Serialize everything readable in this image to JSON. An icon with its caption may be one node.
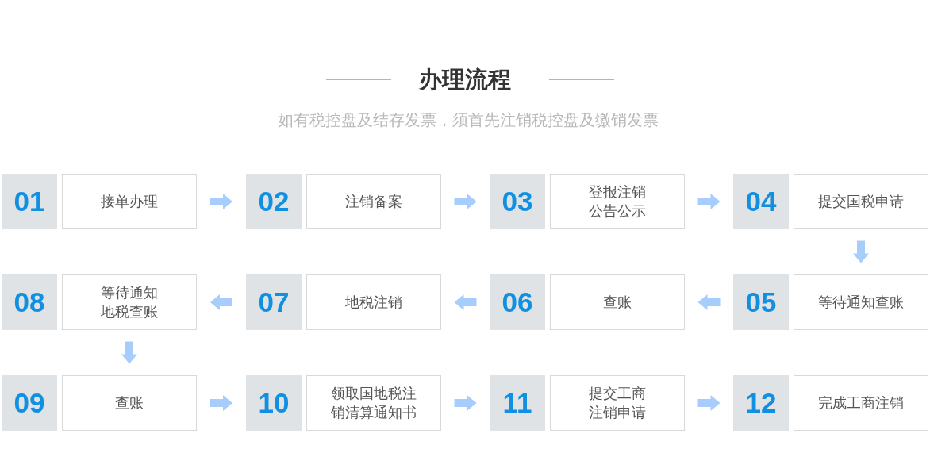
{
  "diagram": {
    "title": "办理流程",
    "nodes": [
      {
        "text": [
          "01"
        ]
      },
      {
        "text": [
          "接单办理"
        ]
      },
      {
        "text": [
          "02"
        ]
      },
      {
        "text": [
          "注销备案"
        ]
      },
      {
        "text": [
          "03"
        ]
      },
      {
        "text": [
          "登报注销公告公示"
        ]
      },
      {
        "text": [
          "04"
        ]
      },
      {
        "text": [
          "提交国税申请"
        ]
      },
      {
        "text": [
          "05"
        ]
      },
      {
        "text": [
          "等待通知查账"
        ]
      },
      {
        "text": [
          "06"
        ]
      },
      {
        "text": [
          "查账"
        ]
      },
      {
        "text": [
          "07"
        ]
      },
      {
        "text": [
          "地税注销"
        ]
      },
      {
        "text": [
          "08"
        ]
      },
      {
        "text": [
          "等待通知地税查账"
        ]
      },
      {
        "text": [
          "09"
        ]
      },
      {
        "text": [
          "查账"
        ]
      },
      {
        "text": [
          "10"
        ]
      },
      {
        "text": [
          "领取国地税注销清算通知书"
        ]
      },
      {
        "text": [
          "11"
        ]
      },
      {
        "text": [
          "提交工商注销申请"
        ]
      },
      {
        "text": [
          "12"
        ]
      },
      {
        "text": [
          "完成工商注销"
        ]
      }
    ],
    "edges": [
      {
        "from": 1,
        "to": 2,
        "arrow": "to"
      },
      {
        "from": 3,
        "to": 4,
        "arrow": "to"
      },
      {
        "from": 5,
        "to": 6,
        "arrow": "to"
      },
      {
        "from": 7,
        "to": 9,
        "arrow": "to"
      },
      {
        "from": 8,
        "to": 11,
        "arrow": "to"
      },
      {
        "from": 10,
        "to": 13,
        "arrow": "to"
      },
      {
        "from": 12,
        "to": 15,
        "arrow": "to"
      },
      {
        "from": 15,
        "to": 17,
        "arrow": "to"
      },
      {
        "from": 17,
        "to": 18,
        "arrow": "to"
      },
      {
        "from": 19,
        "to": 20,
        "arrow": "to"
      },
      {
        "from": 21,
        "to": 22,
        "arrow": "to"
      }
    ],
    "labels": [
      "如有税控盘及结存发票，须首先注销税控盘及缴销发票"
    ]
  }
}
